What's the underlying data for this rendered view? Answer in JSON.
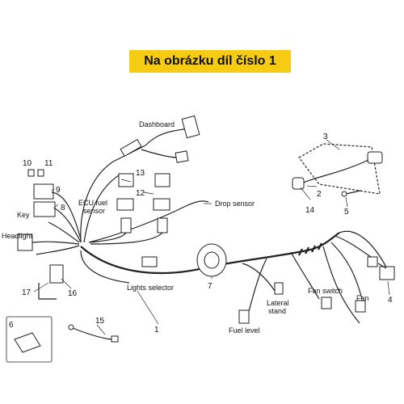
{
  "banner": {
    "text": "Na obrázku díl číslo 1",
    "color": "#f5cc13"
  },
  "labels": {
    "dashboard": "Dashboard",
    "ecu": [
      "ECU fuel",
      "sensor"
    ],
    "drop_sensor": "Drop sensor",
    "key": "Key",
    "headlight": "Headlight",
    "lights_selector": "Lights selector",
    "lateral_stand": [
      "Lateral",
      "stand"
    ],
    "fuel_level": "Fuel level",
    "fan_switch": "Fan switch",
    "fan": "Fan"
  },
  "numbers": {
    "n1": "1",
    "n2": "2",
    "n3": "3",
    "n4": "4",
    "n5": "5",
    "n6": "6",
    "n7": "7",
    "n8": "8",
    "n9": "9",
    "n10": "10",
    "n11": "11",
    "n12": "12",
    "n13": "13",
    "n14": "14",
    "n15": "15",
    "n16": "16",
    "n17": "17"
  }
}
